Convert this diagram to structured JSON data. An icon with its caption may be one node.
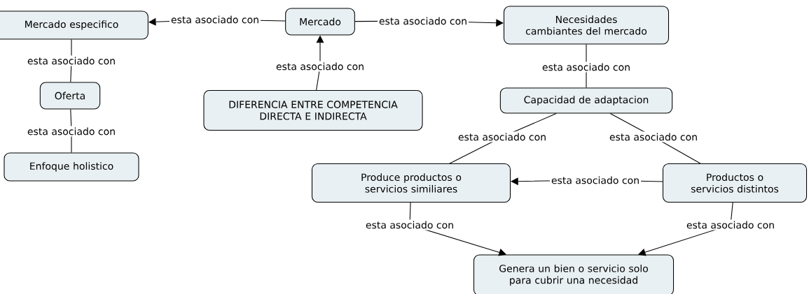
{
  "diagram": {
    "nodes": [
      {
        "text": [
          "Mercado especifico"
        ]
      },
      {
        "text": [
          "Mercado"
        ]
      },
      {
        "text": [
          "Necesidades cambiantes del mercado"
        ]
      },
      {
        "text": [
          "Oferta"
        ]
      },
      {
        "text": [
          "DIFERENCIA ENTRE COMPETENCIA DIRECTA E INDIRECTA"
        ]
      },
      {
        "text": [
          "Capacidad de adaptacion"
        ]
      },
      {
        "text": [
          "Enfoque holistico"
        ]
      },
      {
        "text": [
          "Produce productos o servicios similiares"
        ]
      },
      {
        "text": [
          "Productos o servicios distintos"
        ]
      },
      {
        "text": [
          "Genera un bien o servicio solo para cubrir una necesidad"
        ]
      }
    ],
    "edges": [
      {
        "from": 1,
        "to": 0,
        "arrow": "to",
        "label": "esta asociado con"
      },
      {
        "from": 1,
        "to": 2,
        "arrow": "to",
        "label": "esta asociado con"
      },
      {
        "from": 4,
        "to": 1,
        "arrow": "to",
        "label": "esta asociado con"
      },
      {
        "from": 0,
        "to": 3,
        "arrow": "none",
        "label": "esta asociado con"
      },
      {
        "from": 3,
        "to": 6,
        "arrow": "none",
        "label": "esta asociado con"
      },
      {
        "from": 2,
        "to": 5,
        "arrow": "none",
        "label": "esta asociado con"
      },
      {
        "from": 5,
        "to": 7,
        "arrow": "none",
        "label": "esta asociado con"
      },
      {
        "from": 5,
        "to": 8,
        "arrow": "none",
        "label": "esta asociado con"
      },
      {
        "from": 8,
        "to": 7,
        "arrow": "to",
        "label": "esta asociado con"
      },
      {
        "from": 7,
        "to": 9,
        "arrow": "to",
        "label": "esta asociado con"
      },
      {
        "from": 8,
        "to": 9,
        "arrow": "to",
        "label": "esta asociado con"
      }
    ]
  }
}
